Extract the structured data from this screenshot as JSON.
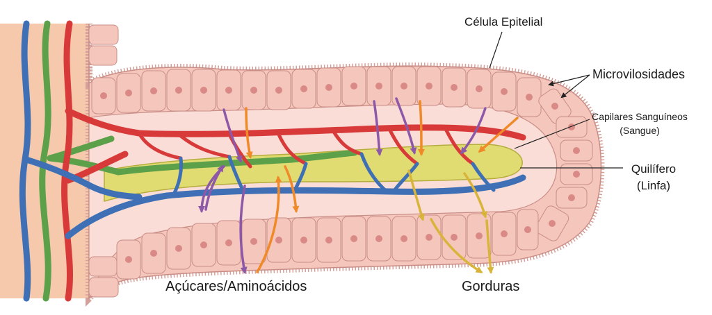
{
  "labels": {
    "celula_epitelial": "Célula Epitelial",
    "microvilosidades": "Microvilosidades",
    "capilares_line1": "Capilares Sanguíneos",
    "capilares_line2": "(Sangue)",
    "quilifero_line1": "Quilífero",
    "quilifero_line2": "(Linfa)",
    "acucares": "Açúcares/Aminoácidos",
    "gorduras": "Gorduras"
  },
  "colors": {
    "artery": "#d83a3a",
    "vein": "#3f6fb5",
    "lymph": "#5ca04a",
    "lacteal": "#d8d36a",
    "cell": "#f4c6bc",
    "nucleus": "#d98a86",
    "arrow_sugar": "#8e58a8",
    "arrow_amino": "#f08a28",
    "arrow_fat": "#d9b43a"
  },
  "icons": [
    "villus-diagram",
    "epithelial-cell",
    "microvilli",
    "blood-capillary",
    "lacteal",
    "absorption-arrow"
  ]
}
